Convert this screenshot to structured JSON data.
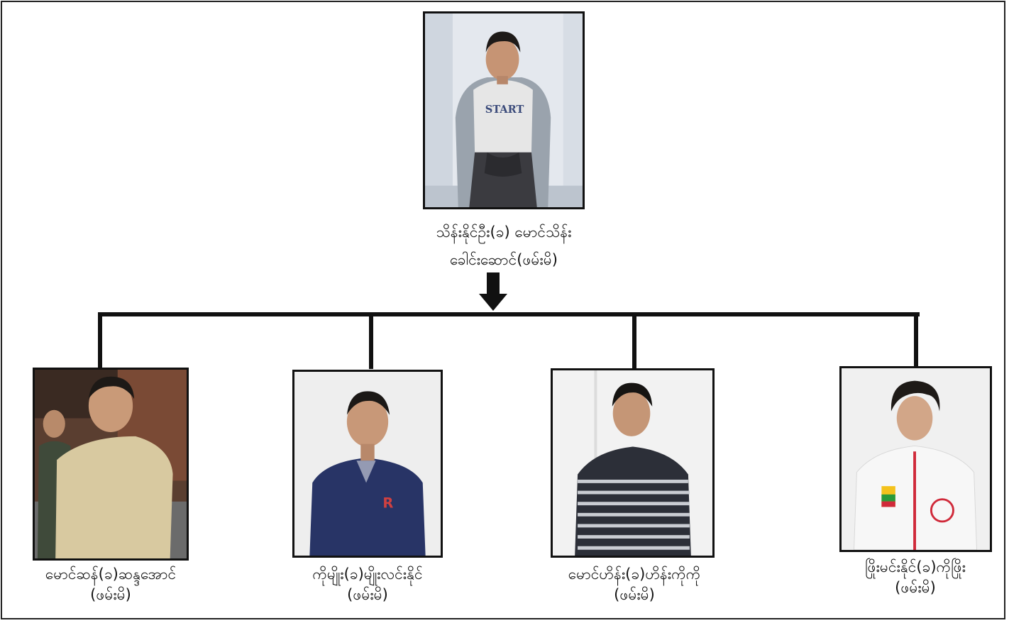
{
  "leader": {
    "name": "သိန်းနိုင်ဦး(ခ) မောင်သိန်း",
    "role": "ခေါင်းဆောင်(ဖမ်းမိ)",
    "shirt_text": "START"
  },
  "members": [
    {
      "name": "မောင်ဆန်(ခ)ဆန္ဒအောင်",
      "status": "(ဖမ်းမိ)"
    },
    {
      "name": "ကိုမျိုး(ခ)မျိုးလင်းနိုင်",
      "status": "(ဖမ်းမိ)"
    },
    {
      "name": "မောင်ဟိန်း(ခ)ဟိန်းကိုကို",
      "status": "(ဖမ်းမိ)"
    },
    {
      "name": "ဖြိုးမင်းနိုင်(ခ)ကိုဖြိုး",
      "status": "(ဖမ်းမိ)"
    }
  ]
}
